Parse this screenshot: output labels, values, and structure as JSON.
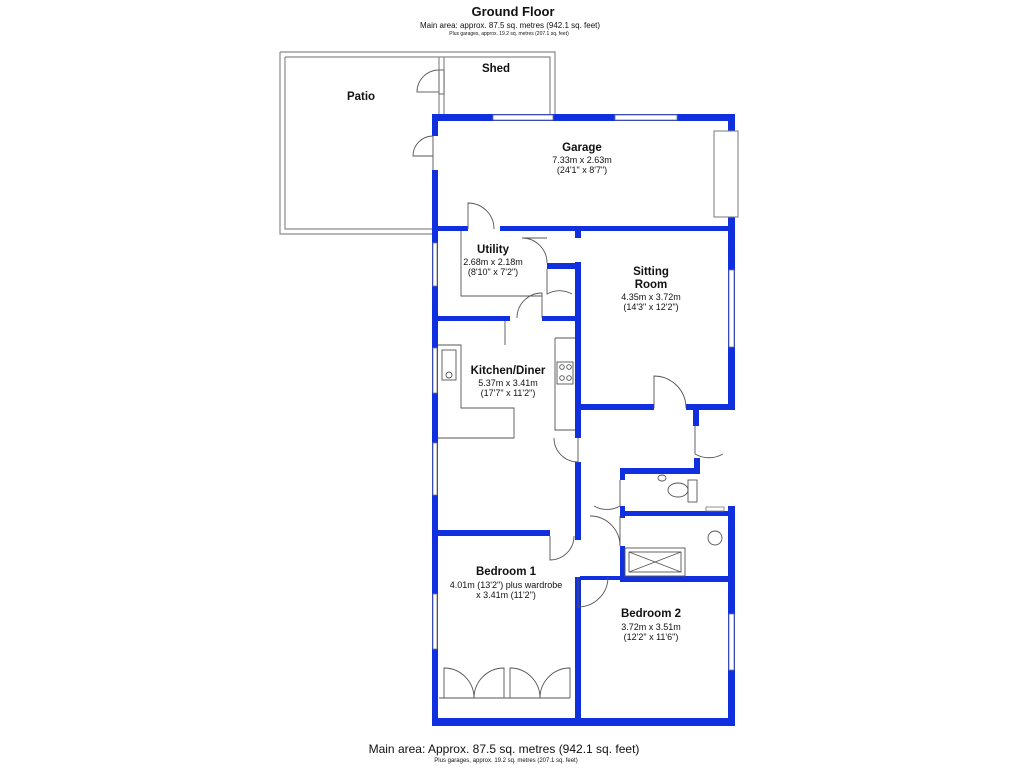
{
  "header": {
    "title": "Ground Floor",
    "main_area": "Main area: approx. 87.5 sq. metres (942.1 sq. feet)",
    "garages": "Plus garages, approx. 19.2 sq. metres (207.1 sq. feet)"
  },
  "rooms": {
    "patio": {
      "name": "Patio"
    },
    "shed": {
      "name": "Shed"
    },
    "garage": {
      "name": "Garage",
      "metric": "7.33m x 2.63m",
      "imperial": "(24'1\" x 8'7\")"
    },
    "utility": {
      "name": "Utility",
      "metric": "2.68m x 2.18m",
      "imperial": "(8'10\" x 7'2\")"
    },
    "sitting_room": {
      "name_line1": "Sitting",
      "name_line2": "Room",
      "metric": "4.35m x 3.72m",
      "imperial": "(14'3\" x 12'2\")"
    },
    "kitchen": {
      "name": "Kitchen/Diner",
      "metric": "5.37m x 3.41m",
      "imperial": "(17'7\" x 11'2\")"
    },
    "bedroom1": {
      "name": "Bedroom 1",
      "metric": "4.01m (13'2\") plus wardrobe",
      "imperial": "x 3.41m (11'2\")"
    },
    "bedroom2": {
      "name": "Bedroom 2",
      "metric": "3.72m x 3.51m",
      "imperial": "(12'2\" x 11'6\")"
    }
  },
  "footer": {
    "main_area": "Main area: Approx. 87.5 sq. metres (942.1 sq. feet)",
    "garages": "Plus garages, approx. 19.2 sq. metres (207.1 sq. feet)"
  },
  "colors": {
    "wall": "#1030e0",
    "outline": "#8a8a8a",
    "line": "#555555"
  }
}
